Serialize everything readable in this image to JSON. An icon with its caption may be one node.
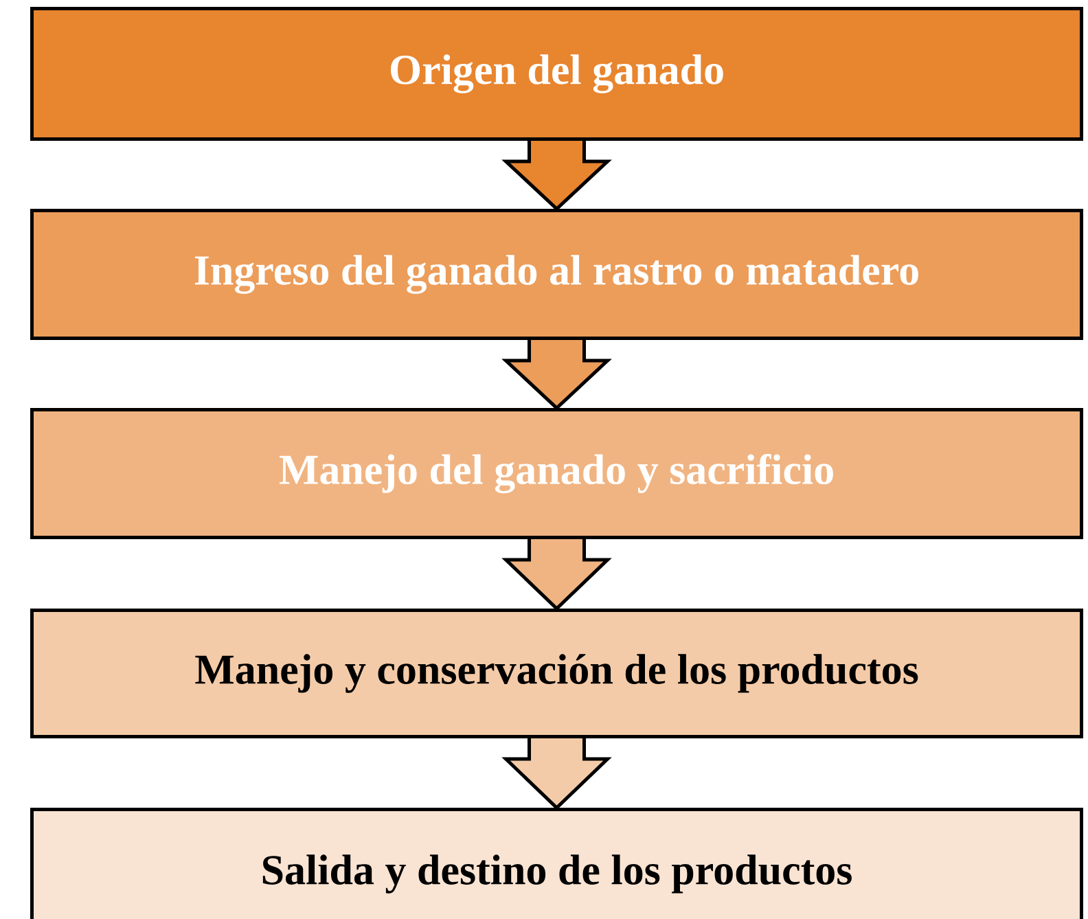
{
  "diagram": {
    "nodes": [
      {
        "text": [
          "Origen del ganado"
        ]
      },
      {
        "text": [
          "Ingreso del ganado al rastro o matadero"
        ]
      },
      {
        "text": [
          "Manejo del ganado y sacrificio"
        ]
      },
      {
        "text": [
          "Manejo y conservación de los productos"
        ]
      },
      {
        "text": [
          "Salida y destino de los productos"
        ]
      }
    ],
    "edges": [
      {
        "from": 0,
        "to": 1,
        "arrow": "to"
      },
      {
        "from": 1,
        "to": 2,
        "arrow": "to"
      },
      {
        "from": 2,
        "to": 3,
        "arrow": "to"
      },
      {
        "from": 3,
        "to": 4,
        "arrow": "to"
      }
    ]
  }
}
